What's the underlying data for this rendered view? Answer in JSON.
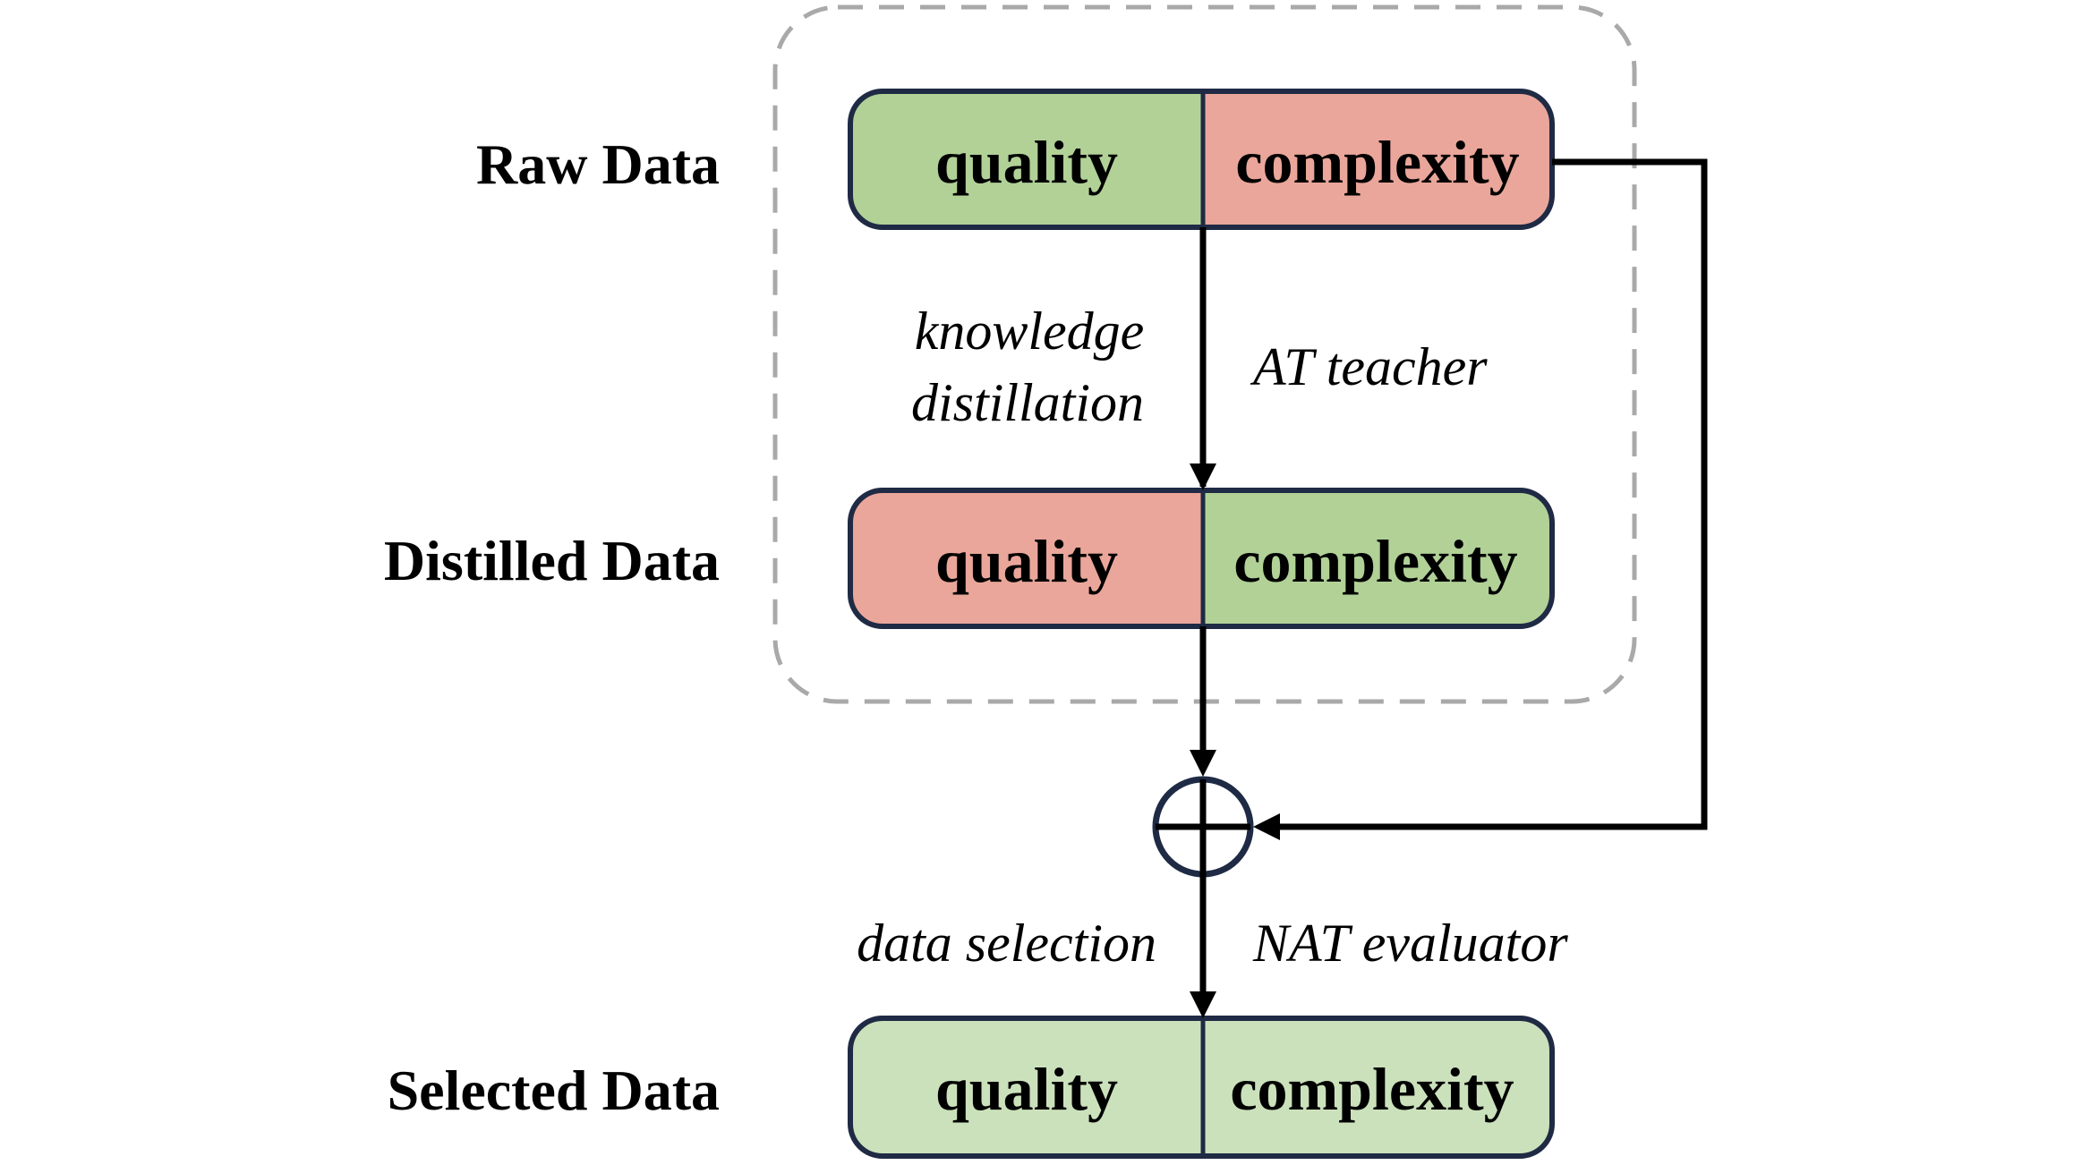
{
  "rows": {
    "raw": {
      "label": "Raw Data",
      "left": "quality",
      "right": "complexity",
      "left_color": "#b1d197",
      "right_color": "#eaa69a"
    },
    "distilled": {
      "label": "Distilled Data",
      "left": "quality",
      "right": "complexity",
      "left_color": "#eaa69a",
      "right_color": "#b1d197"
    },
    "selected": {
      "label": "Selected Data",
      "left": "quality",
      "right": "complexity",
      "left_color": "#cbe1bb",
      "right_color": "#cbe1bb"
    }
  },
  "edges": {
    "distill": {
      "line1": "knowledge",
      "line2": "distillation",
      "side_label": "AT teacher"
    },
    "select": {
      "label": "data selection",
      "side_label": "NAT evaluator"
    }
  },
  "colors": {
    "box_border": "#1f2a44",
    "dashed_border": "#a9a9a9",
    "arrow": "#000000"
  }
}
